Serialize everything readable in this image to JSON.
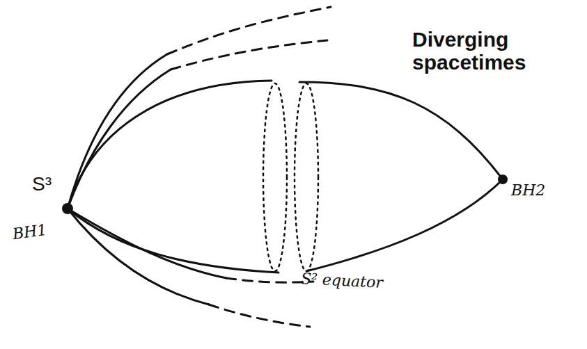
{
  "diagram": {
    "title": "Diverging spacetimes",
    "labels": [
      "S³",
      "BH1",
      "BH2",
      "S² equator"
    ]
  }
}
